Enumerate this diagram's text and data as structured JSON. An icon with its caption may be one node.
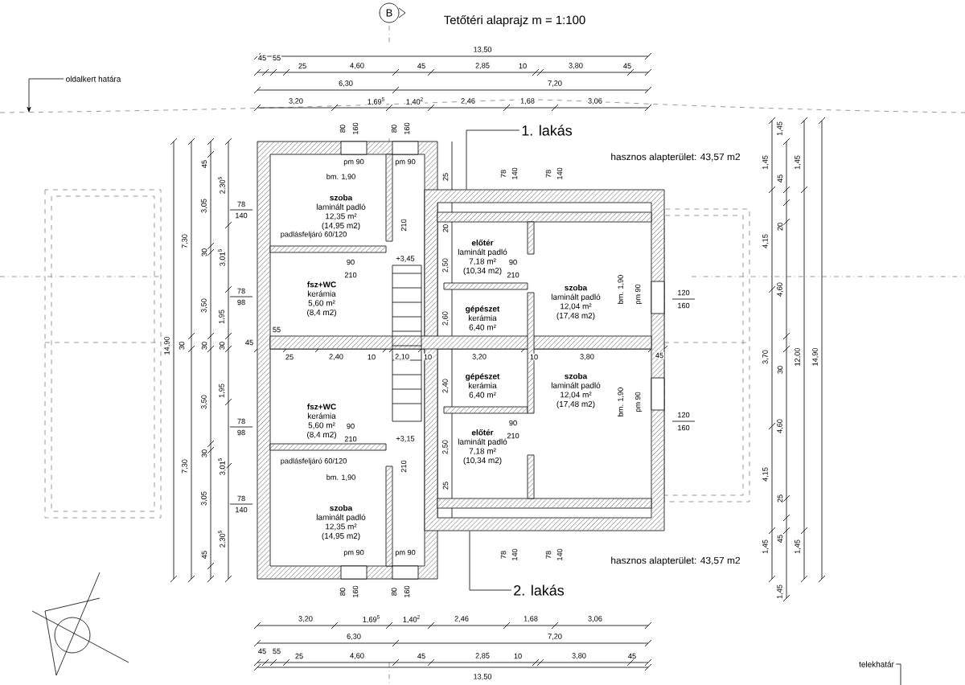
{
  "diagram": {
    "title": "Tetőtéri alaprajz  m = 1:100",
    "nodes": [
      {
        "text": [],
        "shape": "picture"
      },
      {
        "text": [
          "szoba",
          "laminált padló",
          "12,35 m²",
          "(14,95 m2)"
        ],
        "in": 0
      },
      {
        "text": [
          "fsz+WC",
          "kerámia",
          "5,60 m²",
          "(8,4 m2)"
        ],
        "in": 0
      },
      {
        "text": [
          "előtér",
          "laminált padló",
          "7,18 m²",
          "(10,34 m2)"
        ],
        "in": 0
      },
      {
        "text": [
          "szoba",
          "laminált padló",
          "12,04 m²",
          "(17,48 m2)"
        ],
        "in": 0
      },
      {
        "text": [
          "gépészet",
          "kerámia",
          "6,40 m²"
        ],
        "in": 0
      },
      {
        "text": [
          "gépészet",
          "kerámia",
          "6,40 m²"
        ],
        "in": 0
      },
      {
        "text": [
          "szoba",
          "laminált padló",
          "12,04 m²",
          "(17,48 m2)"
        ],
        "in": 0
      },
      {
        "text": [
          "fsz+WC",
          "kerámia",
          "5,60 m²",
          "(8,4 m2)"
        ],
        "in": 0
      },
      {
        "text": [
          "előtér",
          "laminált padló",
          "7,18 m²",
          "(10,34 m2)"
        ],
        "in": 0
      },
      {
        "text": [
          "szoba",
          "laminált padló",
          "12,35 m²",
          "(14,95 m2)"
        ],
        "in": 0
      },
      {
        "text": [
          "1. lakás"
        ]
      },
      {
        "text": [
          "2. lakás"
        ]
      },
      {
        "text": [
          "oldalkert határa"
        ]
      },
      {
        "text": [
          "telekhatár"
        ]
      }
    ],
    "edges": [
      {
        "from": 11,
        "to": 0,
        "arrow": "none"
      },
      {
        "from": 12,
        "to": 0,
        "arrow": "none"
      },
      {
        "from": 13,
        "to": null,
        "arrow": "to"
      },
      {
        "from": 14,
        "to": null,
        "arrow": "none"
      }
    ],
    "labels": [
      "B",
      "13,50",
      "45",
      "55",
      "25",
      "4,60",
      "45",
      "2,85",
      "10",
      "3,80",
      "45",
      "6,30",
      "7,20",
      "3,20",
      "1,69$^{5}$",
      "1,40$^{2}$",
      "2,46",
      "1,68",
      "3,06",
      "1,45",
      "80",
      "160",
      "80",
      "160",
      "hasznos alapterület: 43,57 m2",
      "45",
      "1,45",
      "45",
      "1,45",
      "pm 90",
      "pm 90",
      "bm. 1,90",
      "25",
      "78",
      "140",
      "78",
      "140",
      "2,30$^{5}$",
      "3,05",
      "78",
      "140",
      "7,30",
      "20",
      "4,15",
      "20",
      "padlásfeljáró 60/120",
      "210",
      "30",
      "3,01$^{5}$",
      "+3,45",
      "90",
      "210",
      "2,50",
      "90",
      "210",
      "4,60",
      "bm. 1,90",
      "pm 90",
      "78",
      "98",
      "120",
      "160",
      "3,50",
      "1,95",
      "2,60",
      "55",
      "45",
      "25",
      "2,40",
      "10",
      "2,10",
      "10",
      "3,20",
      "10",
      "3,80",
      "45",
      "14,90",
      "30",
      "30",
      "30",
      "3,70",
      "12,00",
      "14,90",
      "30",
      "1,95",
      "2,40",
      "3,50",
      "bm. 1,90",
      "pm 90",
      "120",
      "160",
      "78",
      "98",
      "4,60",
      "90",
      "210",
      "+3,15",
      "90",
      "210",
      "2,50",
      "210",
      "30",
      "7,30",
      "3,01$^{5}$",
      "padlásfeljáró 60/120",
      "bm. 1,90",
      "4,15",
      "25",
      "3,05",
      "78",
      "25",
      "140",
      "2,30$^{5}$",
      "1,45",
      "45",
      "1,45",
      "45",
      "pm 90",
      "pm 90",
      "78",
      "140",
      "78",
      "140",
      "hasznos alapterület: 43,57 m2",
      "80",
      "160",
      "80",
      "160",
      "1,45",
      "3,20",
      "1,69$^{5}$",
      "1,40$^{2}$",
      "2,46",
      "1,68",
      "3,06",
      "6,30",
      "7,20",
      "45",
      "55",
      "25",
      "4,60",
      "45",
      "2,85",
      "10",
      "3,80",
      "45",
      "13,50"
    ]
  }
}
